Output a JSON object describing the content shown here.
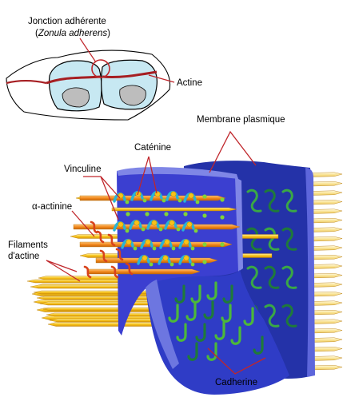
{
  "labels": {
    "junction_title": "Jonction adhérente",
    "junction_sub_open": "(",
    "junction_sub_italic": "Zonula adherens",
    "junction_sub_close": ")",
    "actine": "Actine",
    "membrane": "Membrane plasmique",
    "catenine": "Caténine",
    "vinculine": "Vinculine",
    "alpha_actinine": "α-actinine",
    "filaments_line1": "Filaments",
    "filaments_line2": "d'actine",
    "cadherine": "Cadherine"
  },
  "colors": {
    "membrane_front": "#3b3fd0",
    "membrane_back": "#2432a8",
    "membrane_edge": "#7f86e6",
    "actin_orange": "#f28a1c",
    "actin_yellow": "#f7c21a",
    "cadherin_light": "#7fd33a",
    "cadherin_dark": "#1f7a3a",
    "catenin_cyan": "#27b5d6",
    "alpha_actinin": "#d8421b",
    "leader_line": "#c0262b",
    "cell_fill": "#c7e8f2",
    "actin_band": "#a61e22"
  }
}
